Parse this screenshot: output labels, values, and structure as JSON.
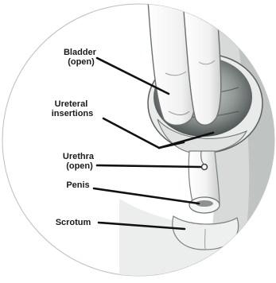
{
  "labels": {
    "bladder": [
      "Bladder",
      "(open)"
    ],
    "ureteral": [
      "Ureteral",
      "insertions"
    ],
    "urethra": [
      "Urethra",
      "(open)"
    ],
    "penis": "Penis",
    "scrotum": "Scrotum"
  }
}
